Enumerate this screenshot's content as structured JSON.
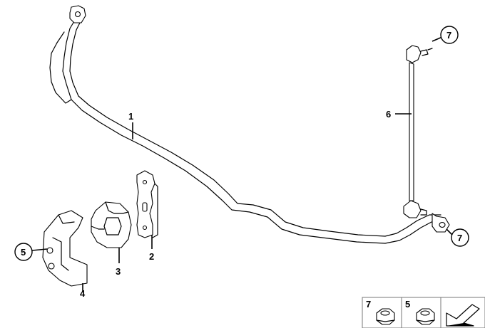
{
  "callouts": {
    "part_1": "1",
    "part_2": "2",
    "part_3": "3",
    "part_4": "4",
    "part_5": "5",
    "part_6": "6",
    "part_7_top": "7",
    "part_7_bottom": "7"
  },
  "legend": {
    "item_7": "7",
    "item_5": "5"
  }
}
